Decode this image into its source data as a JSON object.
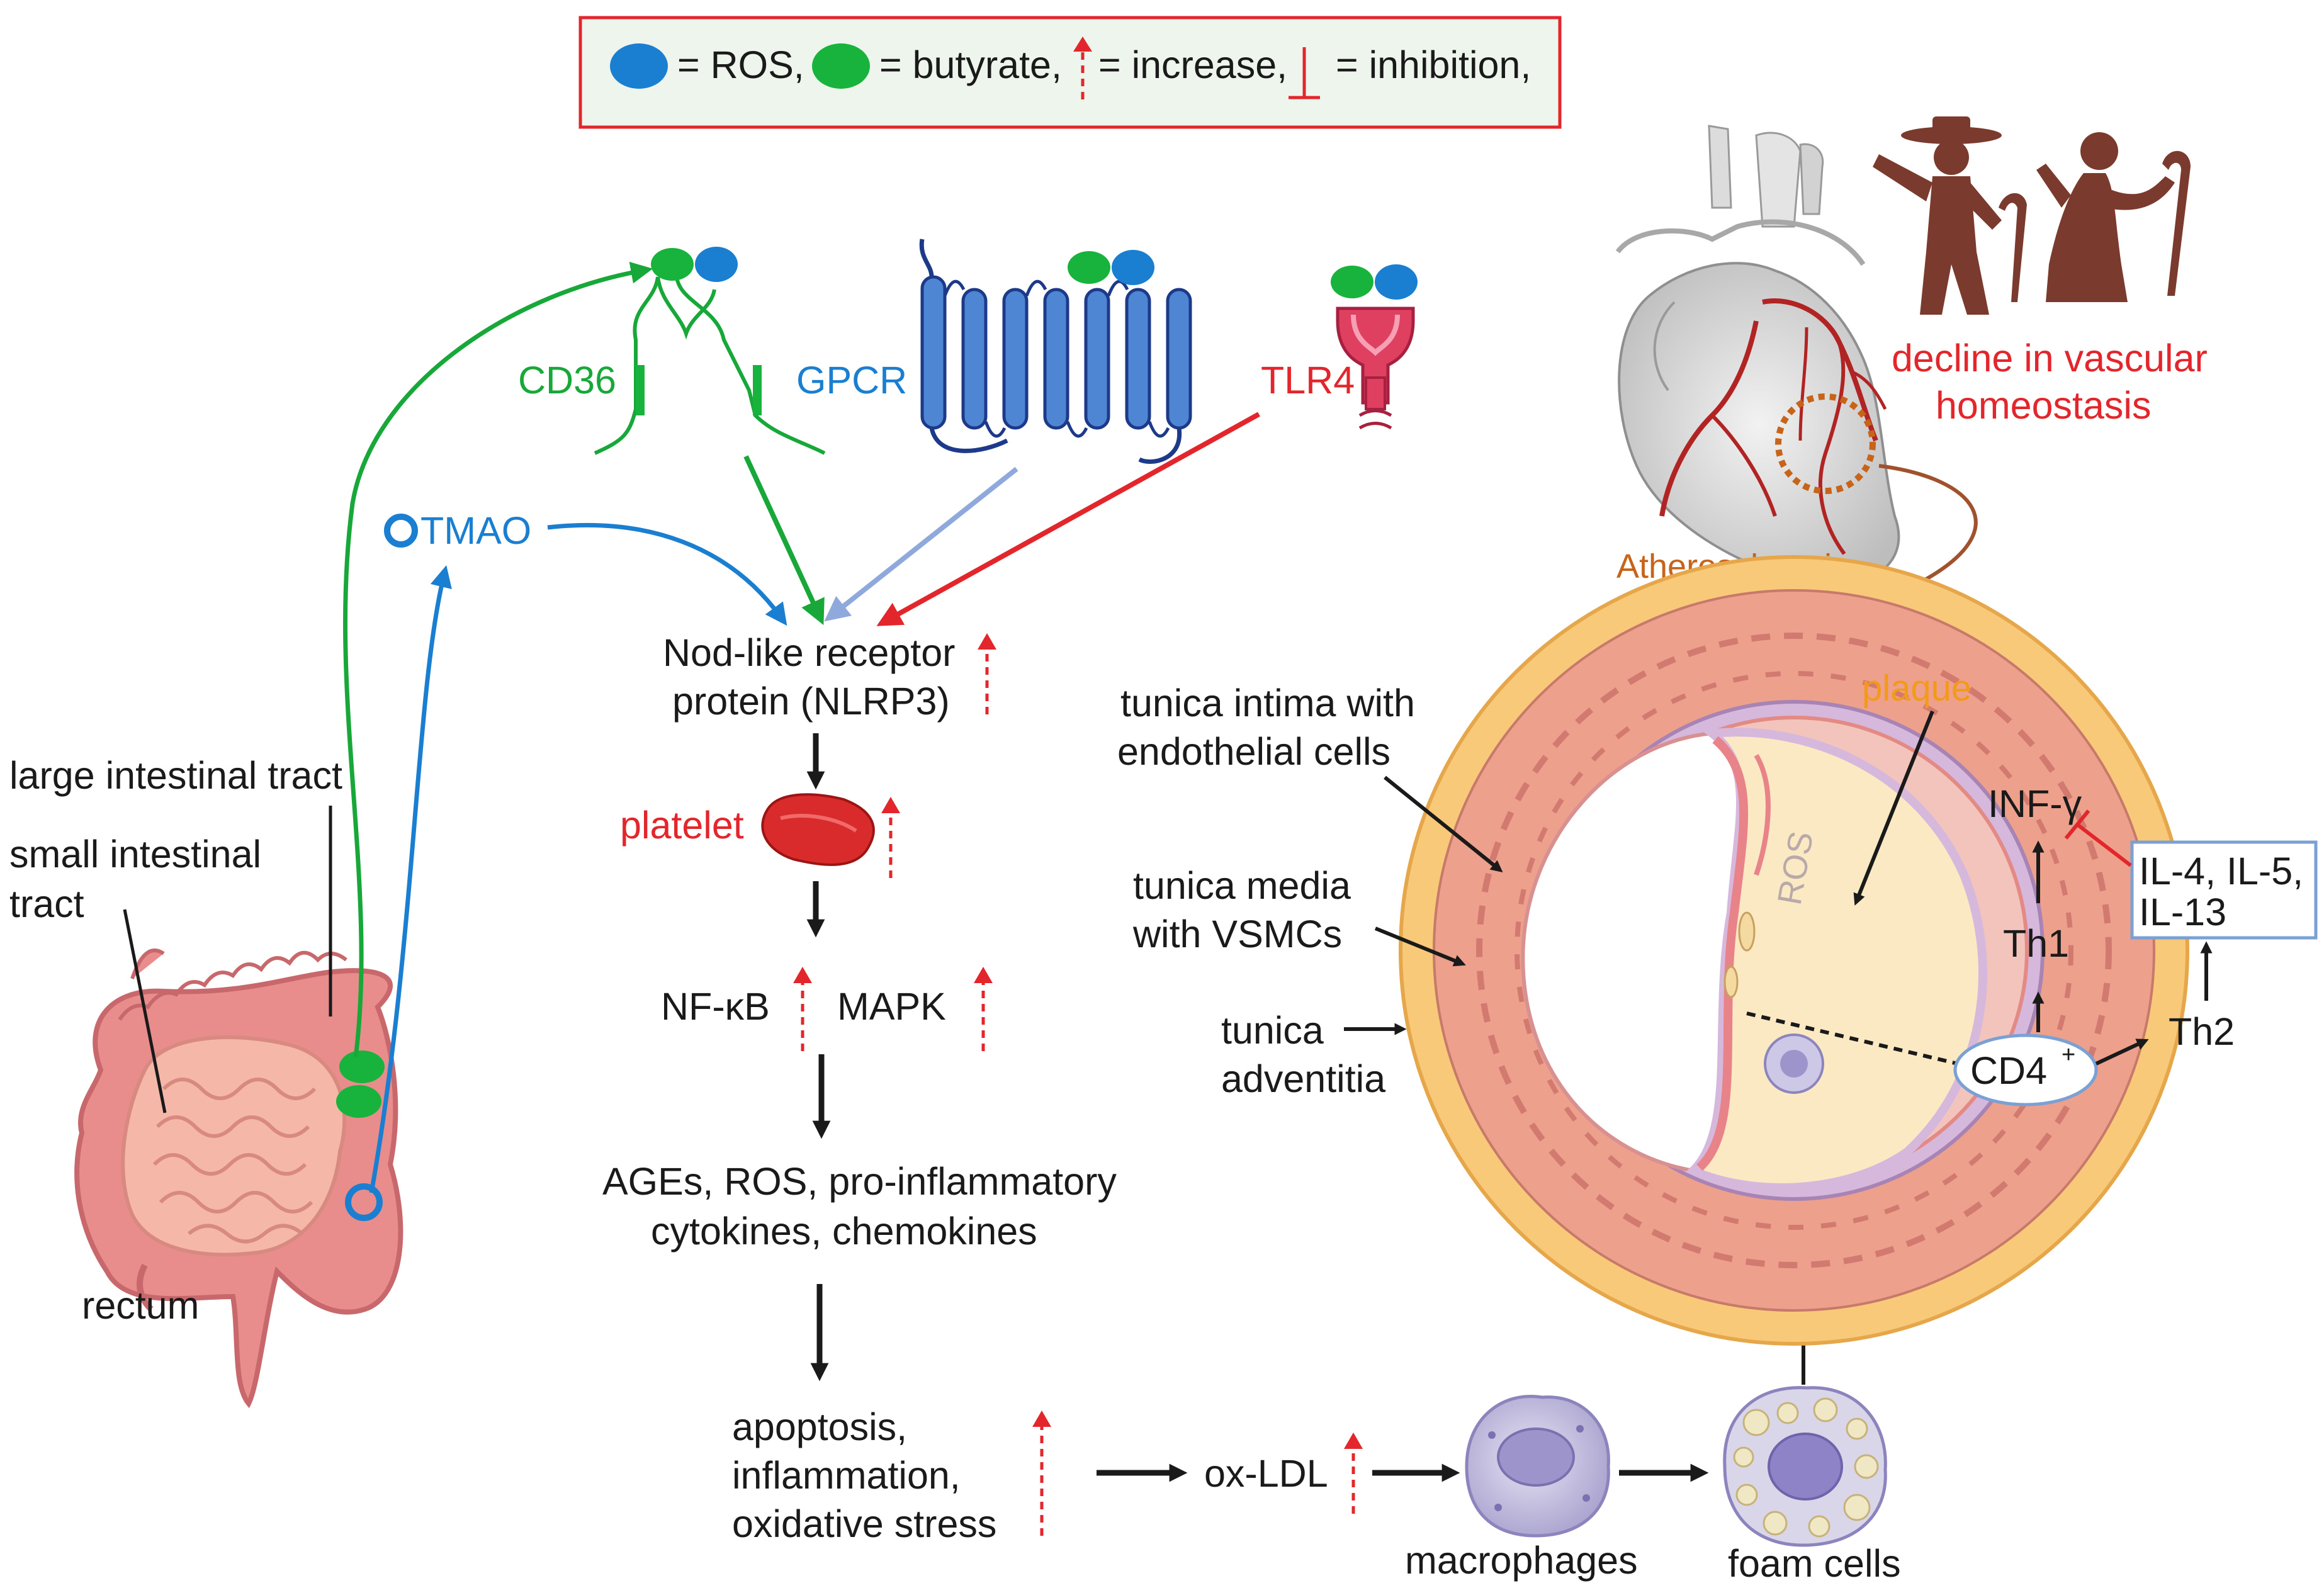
{
  "legend": {
    "ros": "= ROS,",
    "butyrate": "= butyrate,",
    "increase": "= increase,",
    "inhibition": "= inhibition,"
  },
  "receptors": {
    "cd36": "CD36",
    "gpcr": "GPCR",
    "tlr4": "TLR4",
    "tmao": "TMAO"
  },
  "gut": {
    "large": "large intestinal tract",
    "small_1": "small intestinal",
    "small_2": "tract",
    "rectum": "rectum"
  },
  "pathway": {
    "nlrp3_1": "Nod-like receptor",
    "nlrp3_2": "protein (NLRP3)",
    "platelet": "platelet",
    "nfkb": "NF-κB",
    "mapk": "MAPK",
    "ages_1": "AGEs, ROS, pro-inflammatory",
    "ages_2": "cytokines, chemokines",
    "apop_1": "apoptosis,",
    "apop_2": "inflammation,",
    "apop_3": "oxidative stress",
    "oxldl": "ox-LDL",
    "macrophages": "macrophages",
    "foam": "foam cells"
  },
  "heart": {
    "decline_1": "decline in vascular",
    "decline_2": "homeostasis",
    "athero": "Atherosclerosis"
  },
  "vessel": {
    "intima_1": "tunica intima with",
    "intima_2": "endothelial cells",
    "media_1": "tunica media",
    "media_2": "with VSMCs",
    "adv_1": "tunica",
    "adv_2": "adventitia",
    "plaque": "plaque",
    "ros": "ROS"
  },
  "immune": {
    "infg": "INF-γ",
    "th1": "Th1",
    "th2": "Th2",
    "cd4": "CD4",
    "cd4_sup": "+",
    "il_1": "IL-4, IL-5,",
    "il_2": "IL-13"
  },
  "colors": {
    "ros": "#1a7fd0",
    "butyrate": "#18b33c",
    "increase": "#e3262c",
    "gpcr": "#3d6fc4",
    "tlr4": "#e04060"
  }
}
